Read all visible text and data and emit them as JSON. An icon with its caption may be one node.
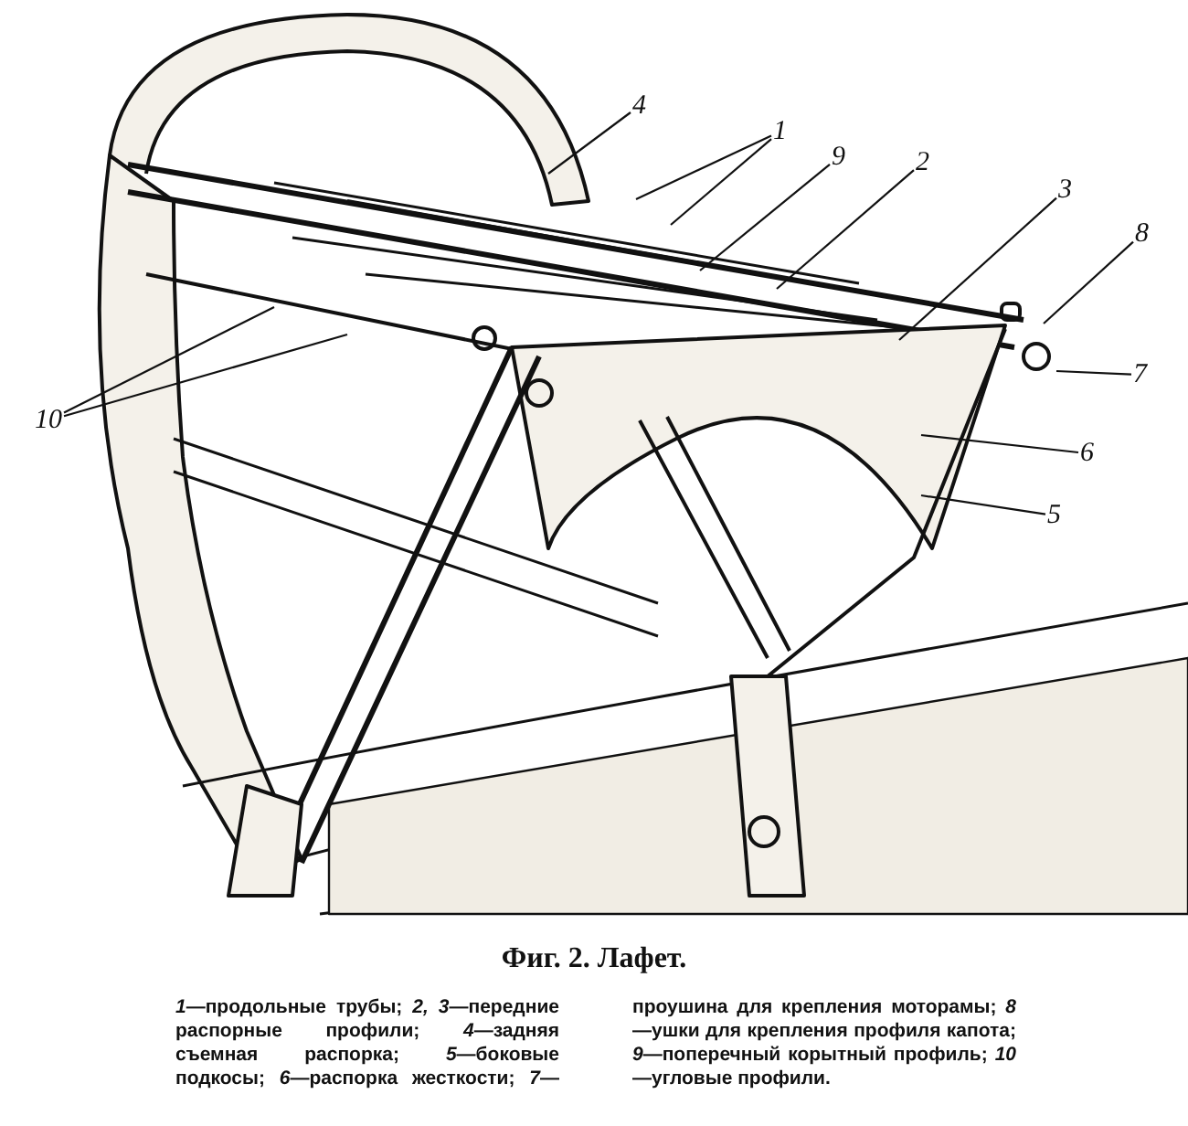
{
  "diagram": {
    "title": "Фиг. 2. Лафет.",
    "caption": "*1*—продольные трубы; *2, 3*—передние распорные профили; *4*—задняя съемная распорка; *5*—боковые подкосы; *6*—распорка жесткости; *7*—проушина для крепления моторамы; *8*—ушки для крепления профиля капота; *9*—поперечный корытный профиль; *10*—угловые профили.",
    "nodes": [
      {
        "text": [
          "4"
        ]
      },
      {
        "text": [
          "1"
        ]
      },
      {
        "text": [
          "9"
        ]
      },
      {
        "text": [
          "2"
        ]
      },
      {
        "text": [
          "3"
        ]
      },
      {
        "text": [
          "8"
        ]
      },
      {
        "text": [
          "7"
        ]
      },
      {
        "text": [
          "10"
        ]
      },
      {
        "text": [
          "6"
        ]
      },
      {
        "text": [
          "5"
        ]
      }
    ],
    "edges": [
      {
        "from": 0,
        "to": null,
        "arrow": "none"
      },
      {
        "from": 1,
        "to": null,
        "arrow": "none"
      },
      {
        "from": 1,
        "to": null,
        "arrow": "none"
      },
      {
        "from": 2,
        "to": null,
        "arrow": "none"
      },
      {
        "from": 3,
        "to": null,
        "arrow": "none"
      },
      {
        "from": 4,
        "to": null,
        "arrow": "none"
      },
      {
        "from": 5,
        "to": null,
        "arrow": "none"
      },
      {
        "from": 6,
        "to": null,
        "arrow": "none"
      },
      {
        "from": 7,
        "to": null,
        "arrow": "none"
      },
      {
        "from": 7,
        "to": null,
        "arrow": "none"
      },
      {
        "from": 8,
        "to": null,
        "arrow": "none"
      },
      {
        "from": 9,
        "to": null,
        "arrow": "none"
      }
    ]
  }
}
